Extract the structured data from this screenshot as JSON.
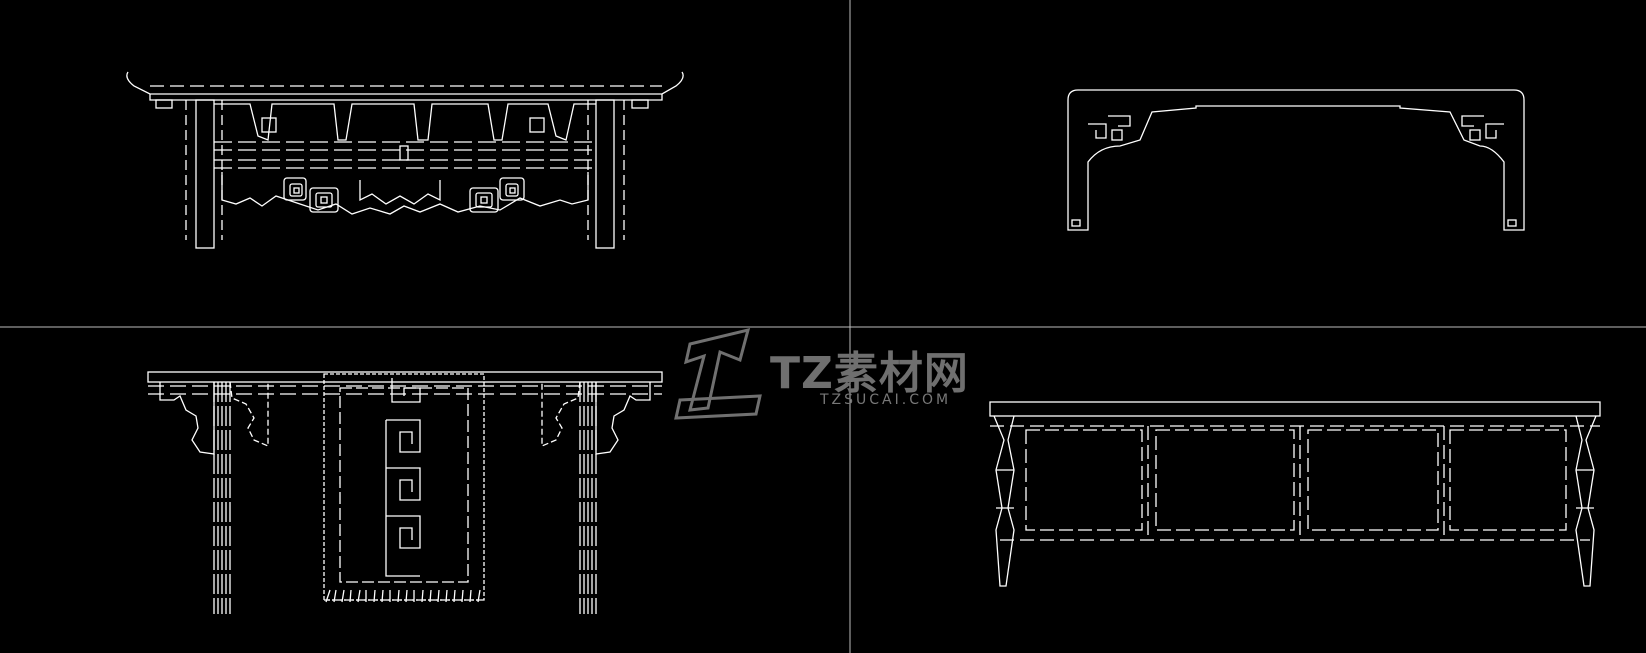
{
  "watermark": {
    "brand": "TZ素材网",
    "url": "TZSUCAI.COM"
  },
  "colors": {
    "background": "#000000",
    "stroke": "#ffffff",
    "divider": "#bdbdbd",
    "watermark": "#707070"
  },
  "views": [
    {
      "id": "front-elevation-upper"
    },
    {
      "id": "side-elevation"
    },
    {
      "id": "front-elevation-lower"
    },
    {
      "id": "plan-view"
    }
  ]
}
